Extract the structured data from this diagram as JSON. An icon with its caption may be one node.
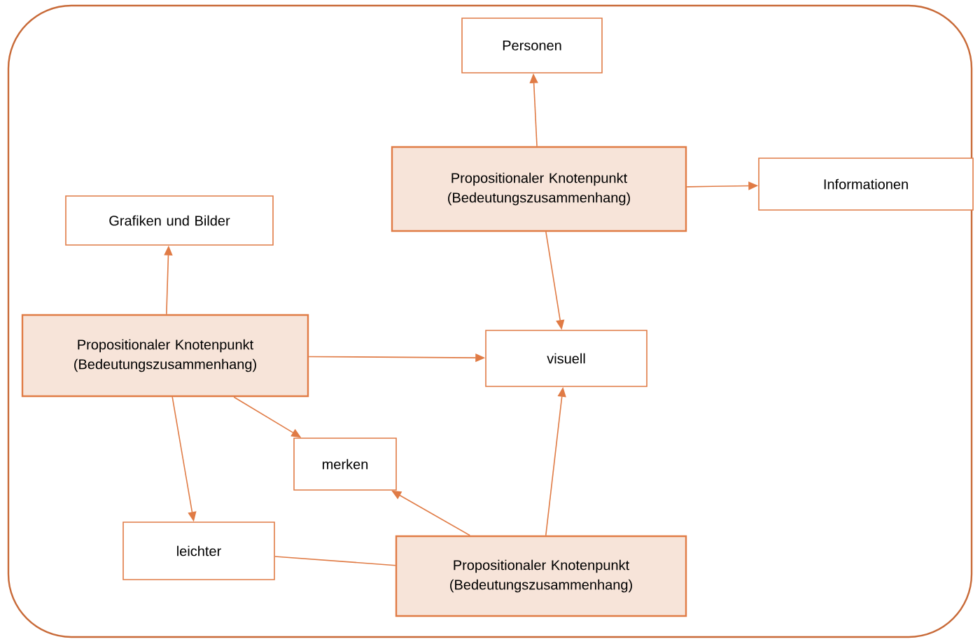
{
  "diagram": {
    "nodes": [
      {
        "text": [
          "Personen"
        ]
      },
      {
        "text": [
          "Propositionaler Knotenpunkt (Bedeutungszusammenhang)"
        ]
      },
      {
        "text": [
          "Informationen"
        ]
      },
      {
        "text": [
          "Grafiken und Bilder"
        ]
      },
      {
        "text": [
          "Propositionaler Knotenpunkt (Bedeutungszusammenhang)"
        ]
      },
      {
        "text": [
          "visuell"
        ]
      },
      {
        "text": [
          "merken"
        ]
      },
      {
        "text": [
          "leichter"
        ]
      },
      {
        "text": [
          "Propositionaler Knotenpunkt (Bedeutungszusammenhang)"
        ]
      }
    ],
    "edges": [
      {
        "from": 1,
        "to": 0,
        "arrow": "to"
      },
      {
        "from": 1,
        "to": 2,
        "arrow": "to"
      },
      {
        "from": 1,
        "to": 5,
        "arrow": "to"
      },
      {
        "from": 4,
        "to": 3,
        "arrow": "to"
      },
      {
        "from": 4,
        "to": 5,
        "arrow": "to"
      },
      {
        "from": 4,
        "to": 6,
        "arrow": "to"
      },
      {
        "from": 4,
        "to": 7,
        "arrow": "to"
      },
      {
        "from": 8,
        "to": 6,
        "arrow": "to"
      },
      {
        "from": 8,
        "to": 5,
        "arrow": "to"
      },
      {
        "from": 8,
        "to": 7,
        "arrow": "none"
      }
    ]
  }
}
